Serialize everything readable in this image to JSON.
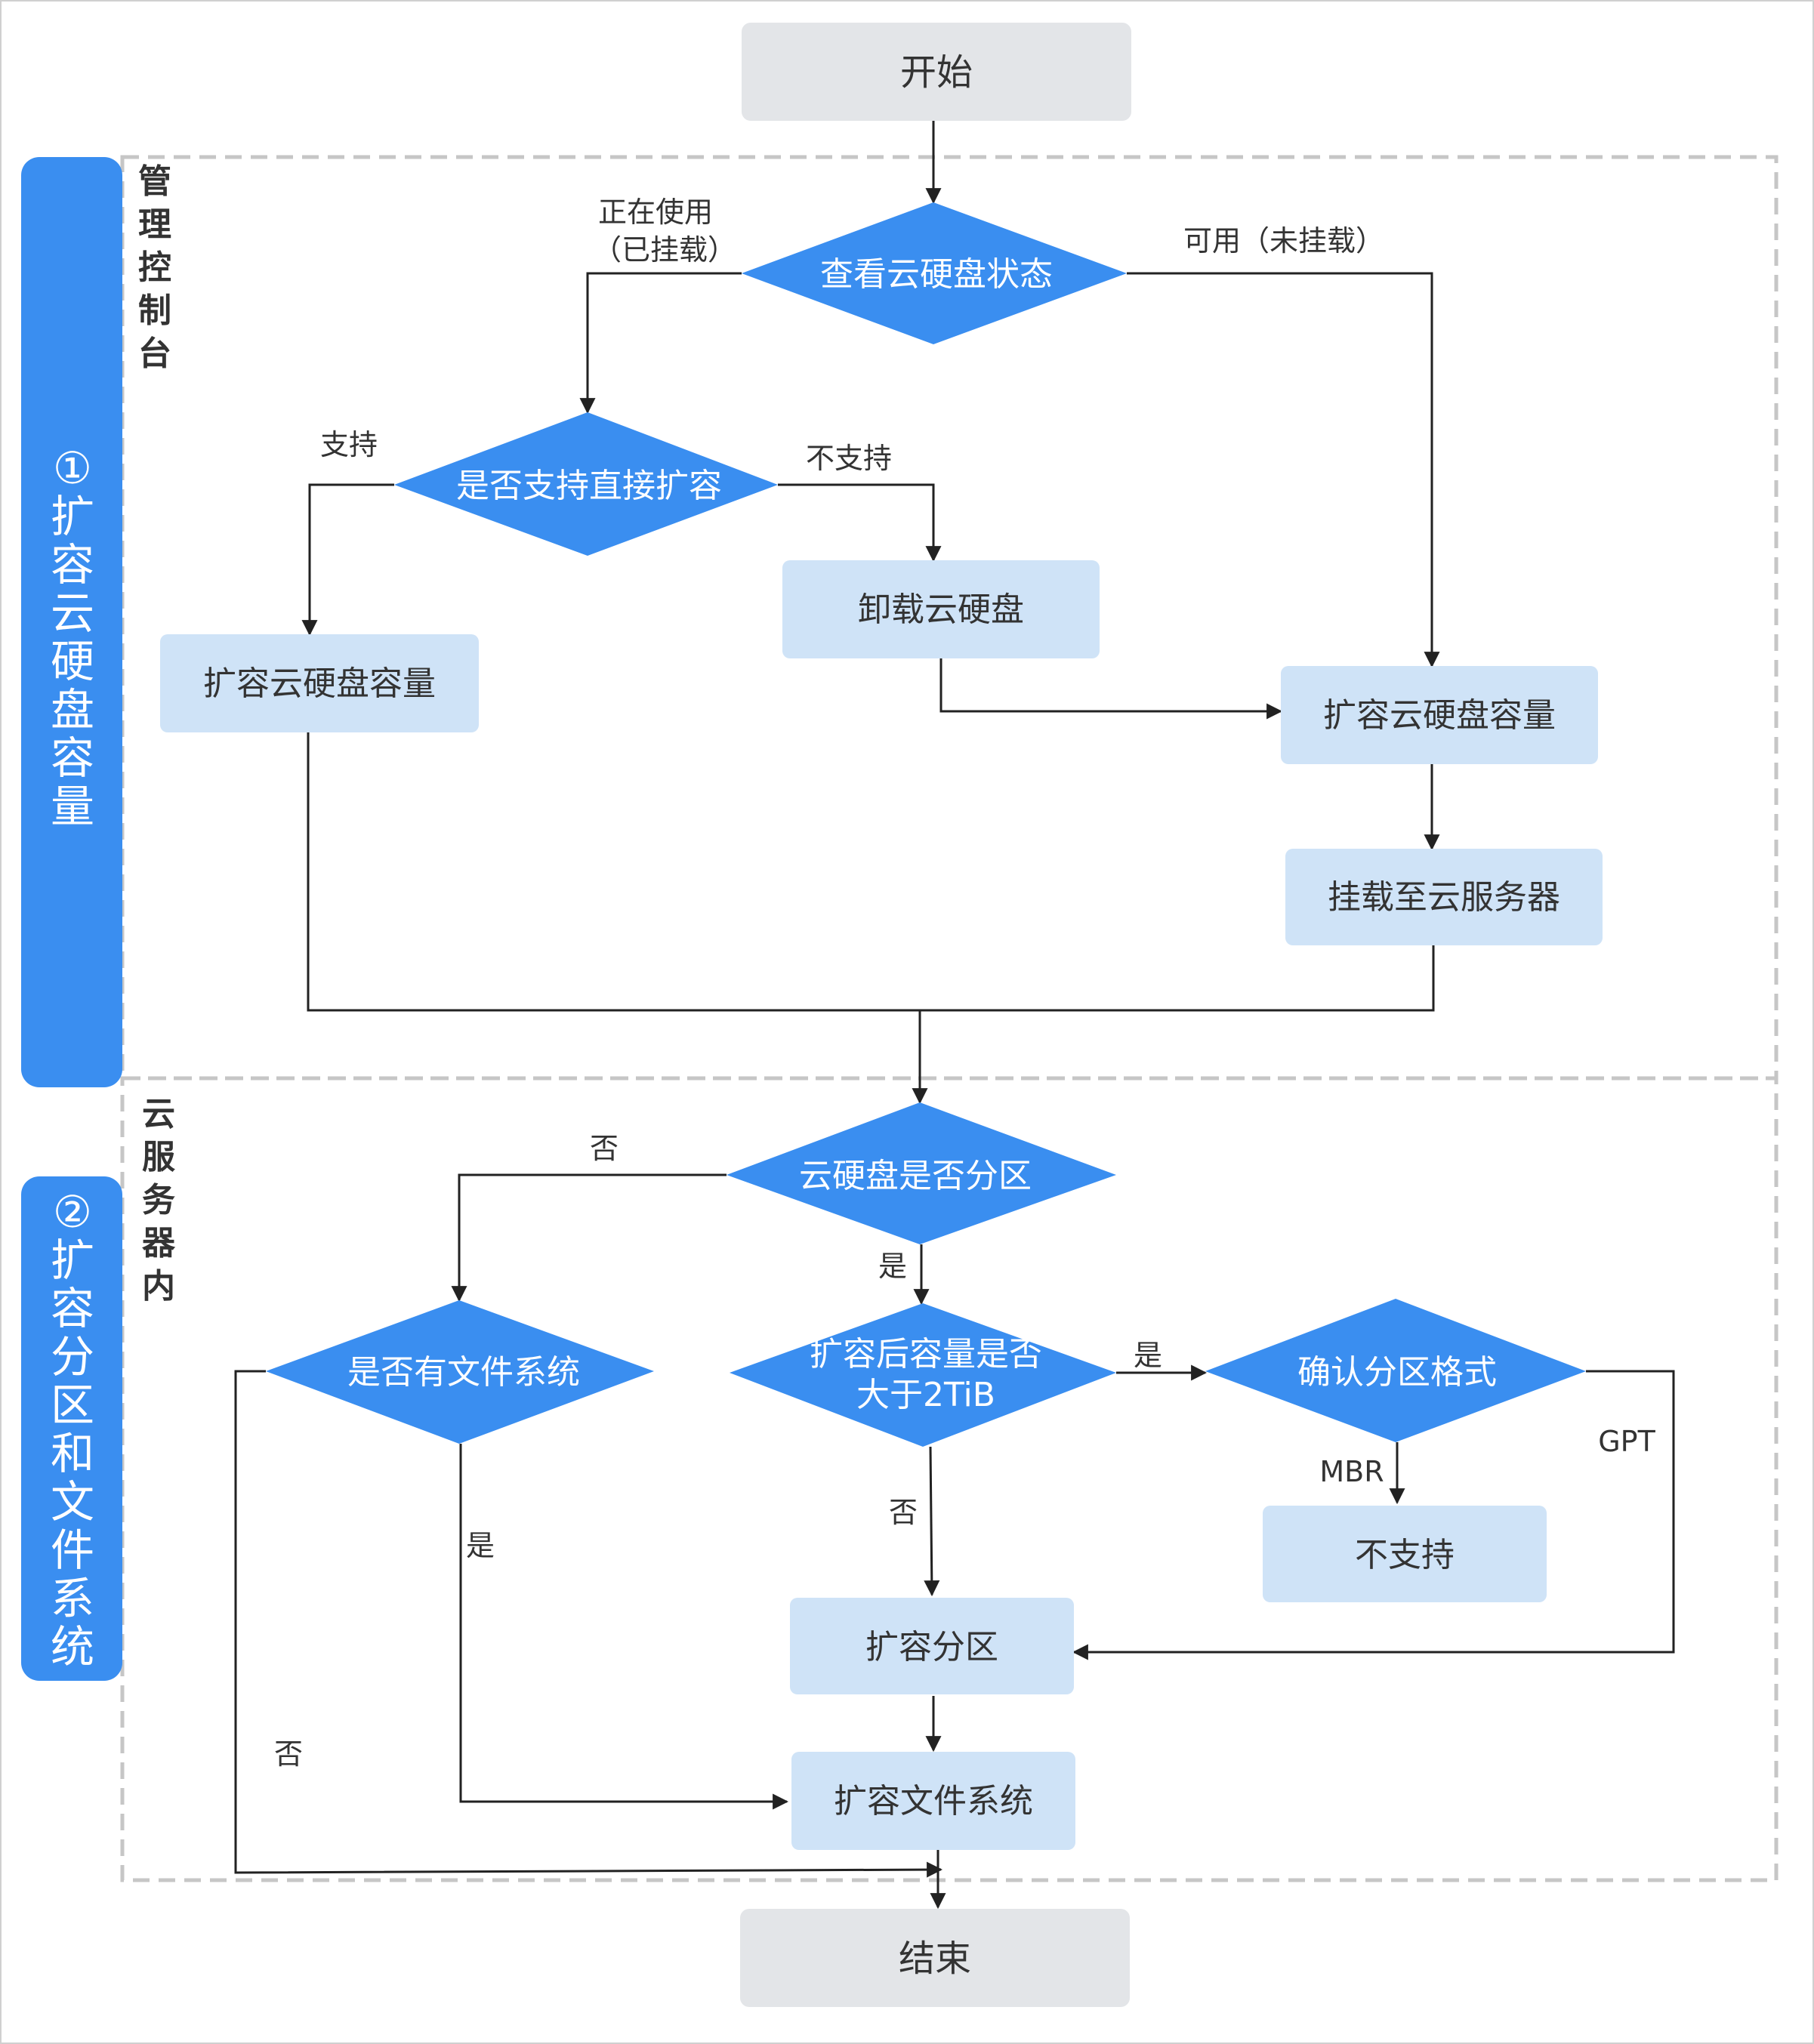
{
  "colors": {
    "diamond": "#3a8ef0",
    "process_box": "#cfe3f7",
    "terminal_box": "#e3e5e8",
    "side_band": "#3a8ef0",
    "edge": "#222222",
    "dashed_frame": "#c6c6c6"
  },
  "side_bands": {
    "band1": "①扩容云硬盘容量",
    "band2": "②扩容分区和文件系统"
  },
  "sections": {
    "console": "管理控制台",
    "server": "云服务器内"
  },
  "nodes": {
    "start": "开始",
    "check_status": "查看云硬盘状态",
    "support_direct": "是否支持直接扩容",
    "unmount": "卸载云硬盘",
    "expand_left": "扩容云硬盘容量",
    "expand_right": "扩容云硬盘容量",
    "attach": "挂载至云服务器",
    "is_partitioned": "云硬盘是否分区",
    "has_fs": "是否有文件系统",
    "over_2tib_line1": "扩容后容量是否",
    "over_2tib_line2": "大于2TiB",
    "confirm_format": "确认分区格式",
    "not_supported": "不支持",
    "expand_partition": "扩容分区",
    "expand_fs": "扩容文件系统",
    "end": "结束"
  },
  "edge_labels": {
    "in_use_line1": "正在使用",
    "in_use_line2": "（已挂载）",
    "available": "可用（未挂载）",
    "support": "支持",
    "not_support": "不支持",
    "partition_no": "否",
    "partition_yes": "是",
    "size_yes": "是",
    "size_no": "否",
    "fs_yes": "是",
    "fs_no": "否",
    "mbr": "MBR",
    "gpt": "GPT"
  }
}
